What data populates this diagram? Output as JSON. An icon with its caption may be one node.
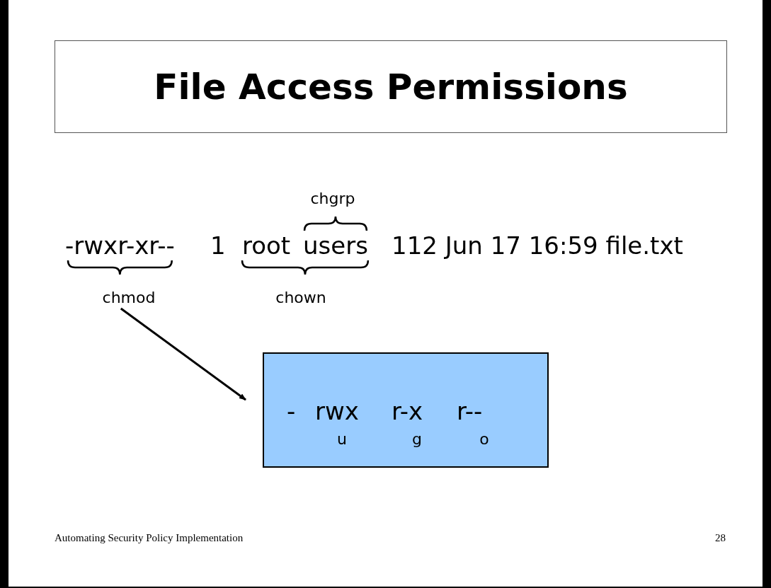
{
  "diagram": {
    "title": "File Access Permissions",
    "nodes": [
      {
        "text": [
          "chmod"
        ]
      },
      {
        "text": [
          "-",
          "rwx",
          "r-x",
          "r--",
          "u",
          "g",
          "o"
        ]
      }
    ],
    "edges": [
      {
        "from": 0,
        "to": 1,
        "arrow": "to"
      }
    ],
    "labels": [
      "chgrp",
      "-rwxr-xr--",
      "1",
      "root",
      "users",
      "112 Jun 17 16:59 file.txt",
      "chown",
      "Automating Security Policy Implementation",
      "28"
    ]
  }
}
